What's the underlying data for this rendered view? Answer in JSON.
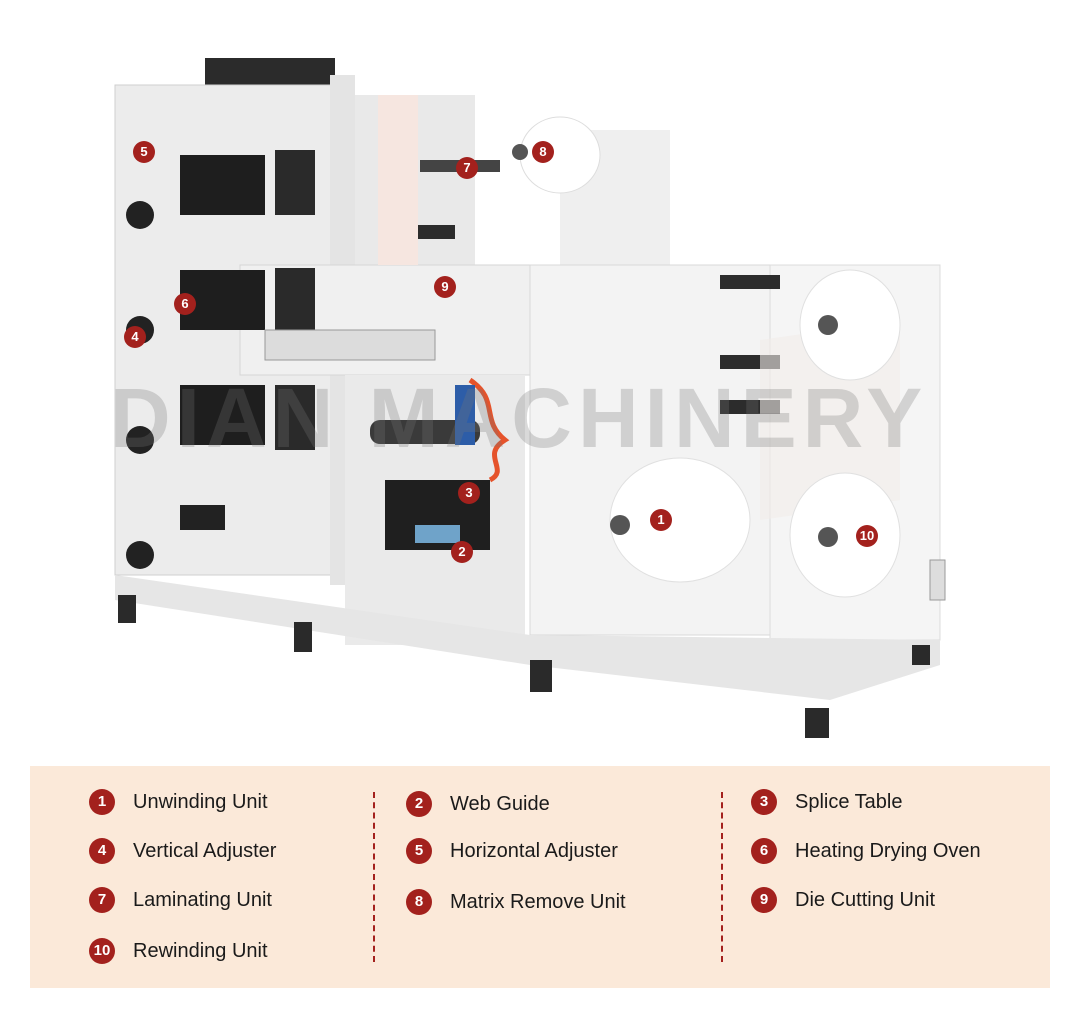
{
  "photo": {
    "watermark": "DIAN MACHINERY",
    "callouts": [
      "1",
      "2",
      "3",
      "4",
      "5",
      "6",
      "7",
      "8",
      "9",
      "10"
    ]
  },
  "legend": {
    "items": [
      {
        "num": "1",
        "label": "Unwinding Unit"
      },
      {
        "num": "2",
        "label": "Web Guide"
      },
      {
        "num": "3",
        "label": "Splice Table"
      },
      {
        "num": "4",
        "label": "Vertical Adjuster"
      },
      {
        "num": "5",
        "label": "Horizontal Adjuster"
      },
      {
        "num": "6",
        "label": "Heating Drying Oven"
      },
      {
        "num": "7",
        "label": "Laminating Unit"
      },
      {
        "num": "8",
        "label": "Matrix Remove Unit"
      },
      {
        "num": "9",
        "label": "Die Cutting Unit"
      },
      {
        "num": "10",
        "label": "Rewinding Unit"
      }
    ]
  },
  "colors": {
    "accent": "#a3211d",
    "legend_bg": "#fbe9d9",
    "machine": "#ededed"
  }
}
